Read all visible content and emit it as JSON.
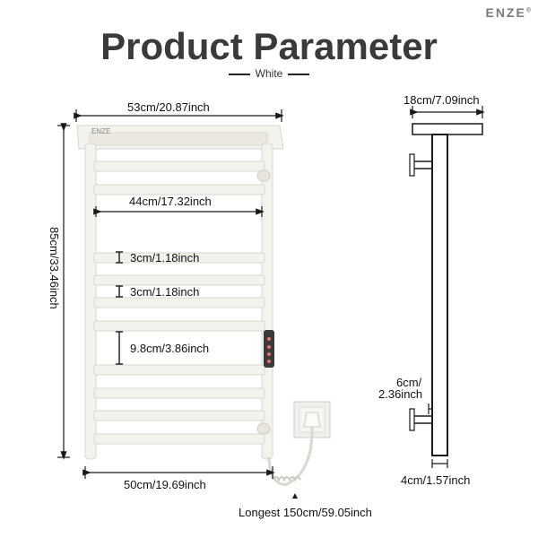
{
  "brand": "ENZE",
  "title": "Product Parameter",
  "color_label": "White",
  "dimensions": {
    "overall_width": "53cm/20.87inch",
    "inner_width": "44cm/17.32inch",
    "height": "85cm/33.46inch",
    "rail_gap_1": "3cm/1.18inch",
    "rail_gap_2": "3cm/1.18inch",
    "large_gap": "9.8cm/3.86inch",
    "bottom_width": "50cm/19.69inch",
    "cord_length": "Longest 150cm/59.05inch",
    "depth": "18cm/7.09inch",
    "wall_offset_line1": "6cm/",
    "wall_offset_line2": "2.36inch",
    "bar_thickness": "4cm/1.57inch"
  },
  "colors": {
    "product_white": "#f4f2ec",
    "outline": "#d8d6cf",
    "line": "#1a1a1a",
    "title": "#3a3a3a"
  }
}
